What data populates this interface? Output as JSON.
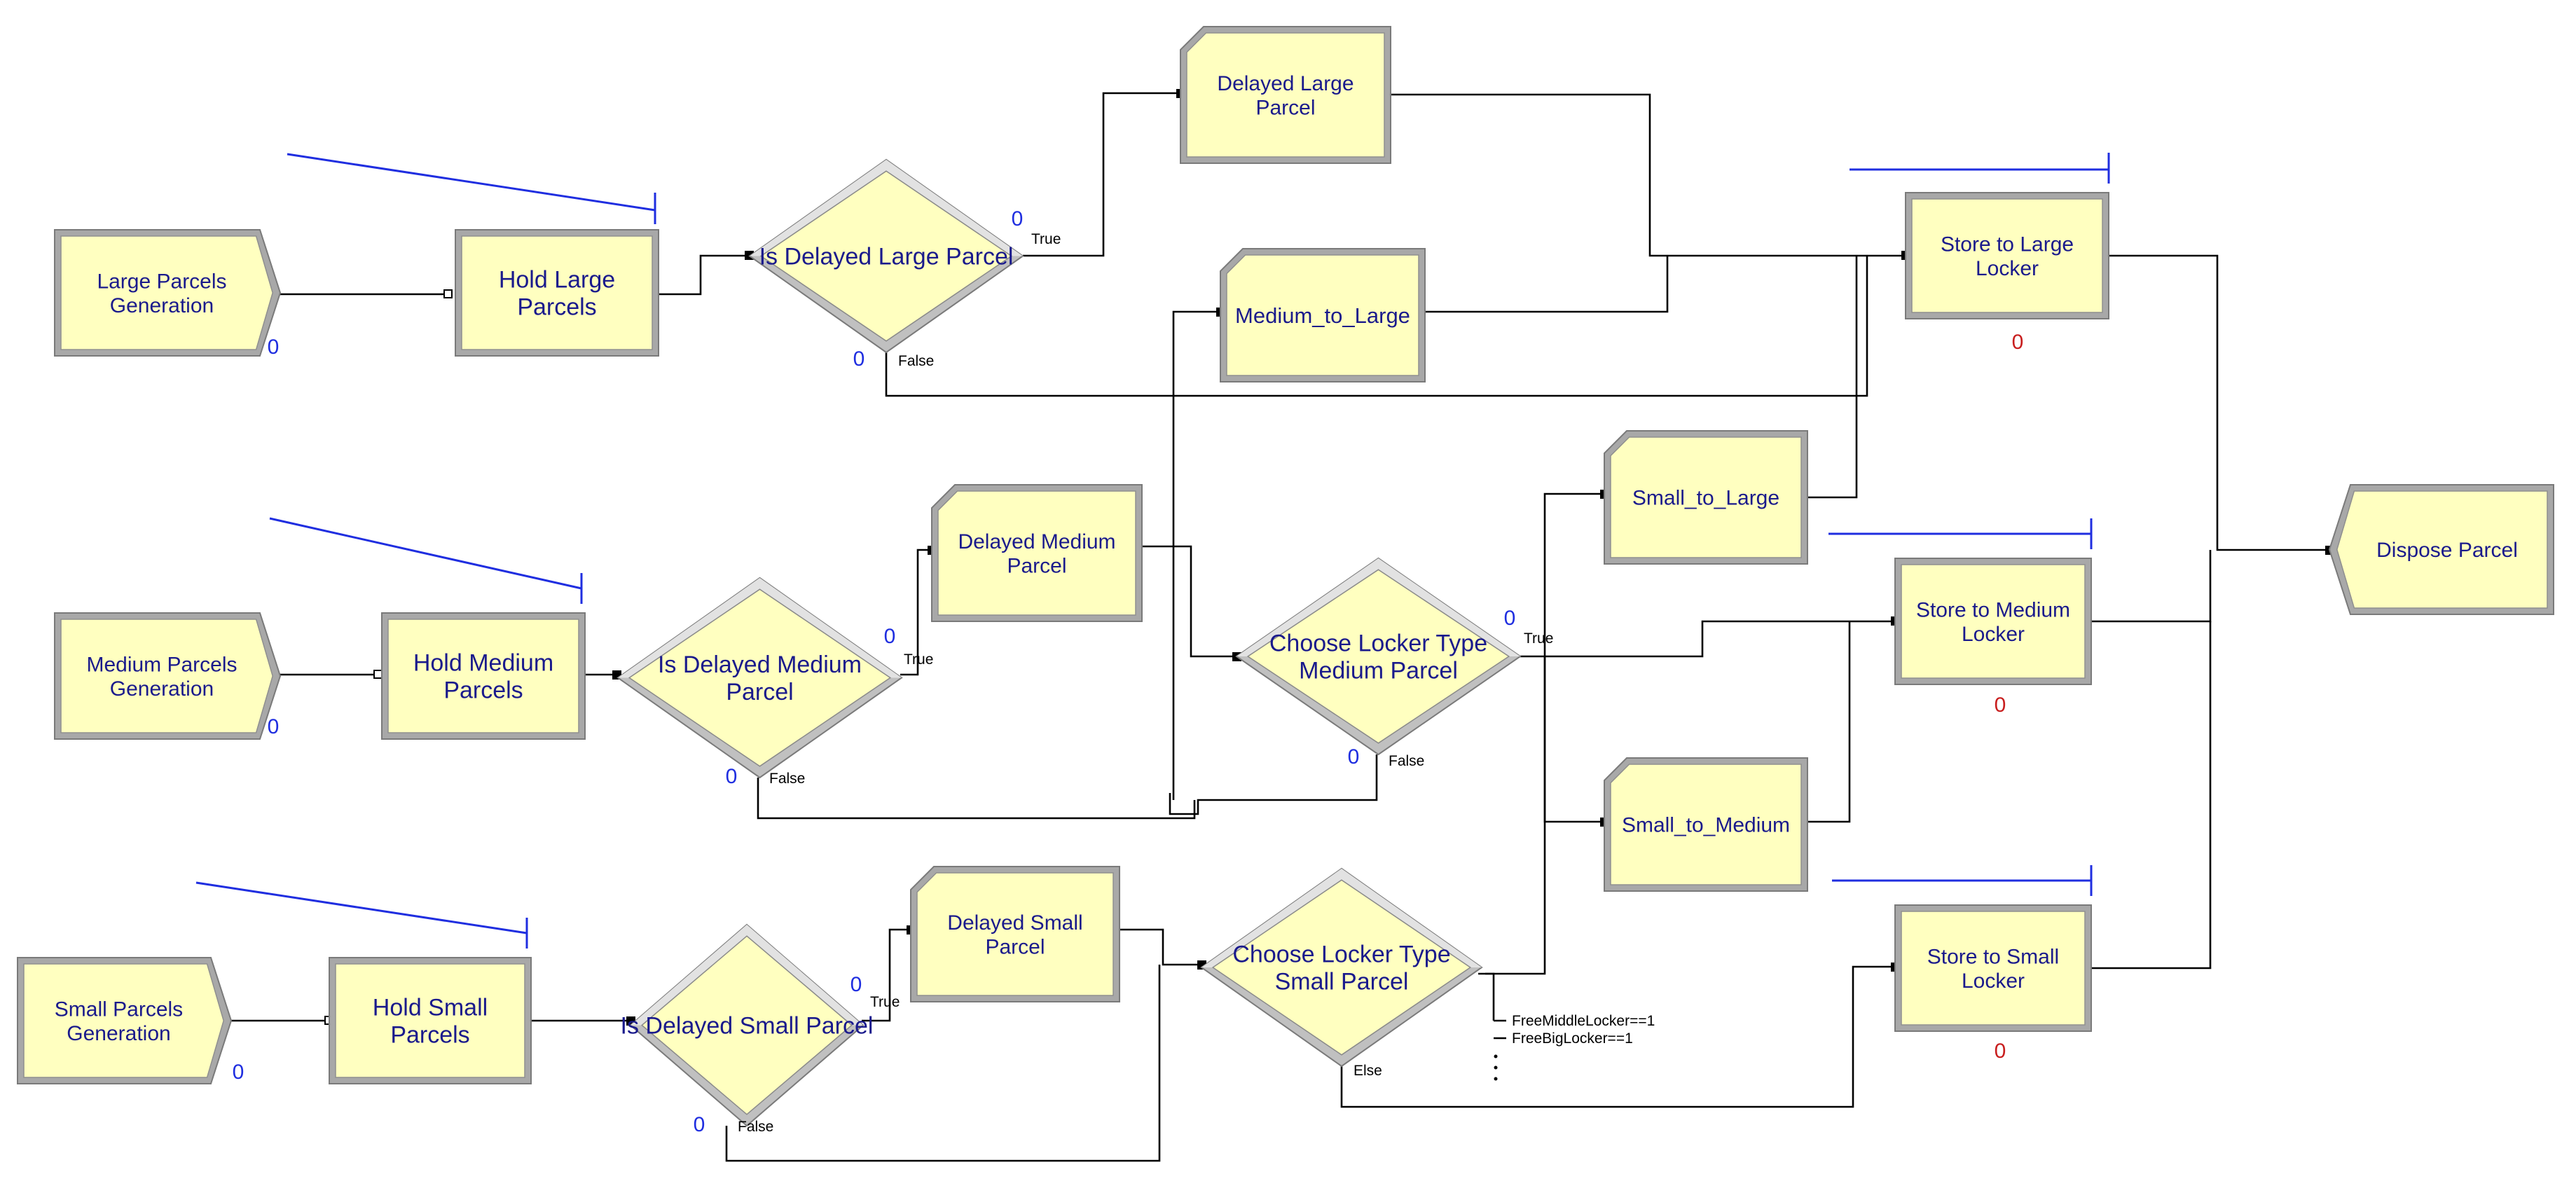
{
  "modules": {
    "large_gen": [
      "Large Parcels",
      "Generation"
    ],
    "hold_large": [
      "Hold Large",
      "Parcels"
    ],
    "is_delayed_large": [
      "Is Delayed Large Parcel"
    ],
    "delayed_large": [
      "Delayed Large",
      "Parcel"
    ],
    "medium_to_large": [
      "Medium_to_Large"
    ],
    "store_large": [
      "Store to Large",
      "Locker"
    ],
    "medium_gen": [
      "Medium Parcels",
      "Generation"
    ],
    "hold_medium": [
      "Hold Medium",
      "Parcels"
    ],
    "is_delayed_medium": [
      "Is Delayed Medium",
      "Parcel"
    ],
    "delayed_medium": [
      "Delayed Medium",
      "Parcel"
    ],
    "choose_medium": [
      "Choose Locker Type",
      "Medium Parcel"
    ],
    "small_to_large": [
      "Small_to_Large"
    ],
    "store_medium": [
      "Store to Medium",
      "Locker"
    ],
    "small_to_medium": [
      "Small_to_Medium"
    ],
    "dispose": [
      "Dispose Parcel"
    ],
    "small_gen": [
      "Small Parcels",
      "Generation"
    ],
    "hold_small": [
      "Hold Small",
      "Parcels"
    ],
    "is_delayed_small": [
      "Is Delayed Small Parcel"
    ],
    "delayed_small": [
      "Delayed Small",
      "Parcel"
    ],
    "choose_small": [
      "Choose Locker Type",
      "Small Parcel"
    ],
    "store_small": [
      "Store to Small",
      "Locker"
    ]
  },
  "branch_labels": {
    "large_true": "True",
    "large_false": "False",
    "medium_true": "True",
    "medium_false": "False",
    "small_true": "True",
    "small_false": "False",
    "choose_medium_true": "True",
    "choose_medium_false": "False",
    "choose_small_else": "Else",
    "cond_middle": "FreeMiddleLocker==1",
    "cond_big": "FreeBigLocker==1"
  },
  "counters": {
    "large_gen": "0",
    "medium_gen": "0",
    "small_gen": "0",
    "is_delayed_large_true": "0",
    "is_delayed_large_false": "0",
    "is_delayed_medium_true": "0",
    "is_delayed_medium_false": "0",
    "is_delayed_small_true": "0",
    "is_delayed_small_false": "0",
    "choose_medium_true": "0",
    "choose_medium_false": "0",
    "store_large": "0",
    "store_medium": "0",
    "store_small": "0"
  },
  "colors": {
    "module_fill": "#ffffc0",
    "module_border": "#a8a8a8",
    "module_text": "#1a1a8c",
    "connector": "#000000",
    "queue_line": "#1f2ee0",
    "counter_blue": "#1f2ee0",
    "counter_red": "#c81e1e"
  }
}
